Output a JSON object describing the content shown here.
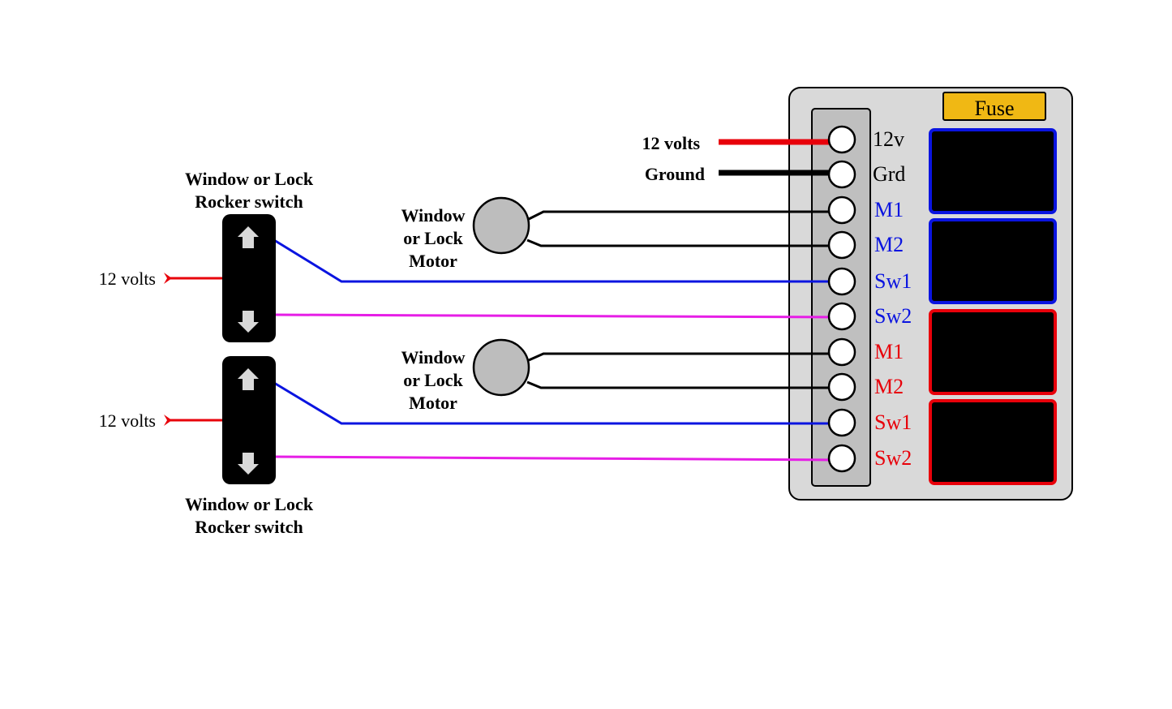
{
  "colors": {
    "blue": "#0a14e0",
    "red": "#e8000a",
    "magenta": "#e61ee6",
    "black": "#000000",
    "panel": "#d9d9d9",
    "fuse": "#f0b814",
    "motor": "#bdbdbd",
    "arrow": "#d9d9d9"
  },
  "power_in": {
    "volts_label": "12 volts",
    "ground_label": "Ground"
  },
  "panel": {
    "fuse_label": "Fuse",
    "terminals": [
      {
        "label": "12v",
        "color": "#000000"
      },
      {
        "label": "Grd",
        "color": "#000000"
      },
      {
        "label": "M1",
        "color": "#0a14e0"
      },
      {
        "label": "M2",
        "color": "#0a14e0"
      },
      {
        "label": "Sw1",
        "color": "#0a14e0"
      },
      {
        "label": "Sw2",
        "color": "#0a14e0"
      },
      {
        "label": "M1",
        "color": "#e8000a"
      },
      {
        "label": "M2",
        "color": "#e8000a"
      },
      {
        "label": "Sw1",
        "color": "#e8000a"
      },
      {
        "label": "Sw2",
        "color": "#e8000a"
      }
    ],
    "relays": [
      {
        "border": "#0a14e0"
      },
      {
        "border": "#0a14e0"
      },
      {
        "border": "#e8000a"
      },
      {
        "border": "#e8000a"
      }
    ]
  },
  "switches": [
    {
      "title_line1": "Window or Lock",
      "title_line2": "Rocker switch",
      "input_label": "12 volts",
      "up_icon": "arrow-up-icon",
      "down_icon": "arrow-down-icon"
    },
    {
      "title_line1": "Window or Lock",
      "title_line2": "Rocker switch",
      "input_label": "12 volts",
      "up_icon": "arrow-up-icon",
      "down_icon": "arrow-down-icon"
    }
  ],
  "motors": [
    {
      "line1": "Window",
      "line2": "or Lock",
      "line3": "Motor"
    },
    {
      "line1": "Window",
      "line2": "or Lock",
      "line3": "Motor"
    }
  ]
}
